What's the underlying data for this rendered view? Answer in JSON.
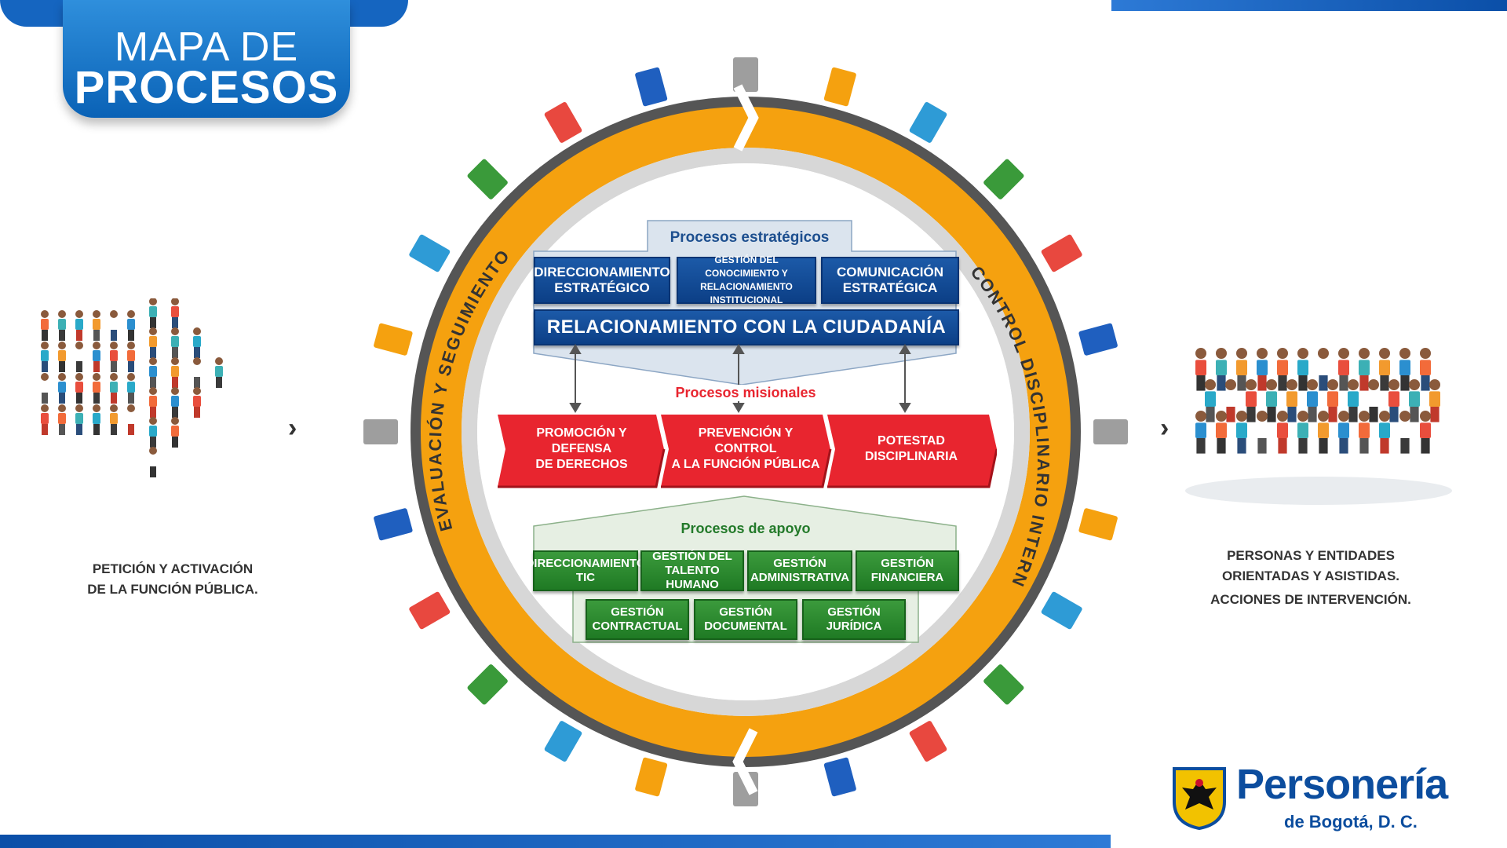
{
  "title": {
    "line1": "MAPA DE",
    "line2": "PROCESOS"
  },
  "left_caption": {
    "line1": "PETICIÓN Y ACTIVACIÓN",
    "line2": "DE LA FUNCIÓN PÚBLICA."
  },
  "right_caption": {
    "line1": "PERSONAS Y ENTIDADES",
    "line2": "ORIENTADAS Y ASISTIDAS.",
    "line3": "ACCIONES DE INTERVENCIÓN."
  },
  "ring": {
    "left_label": "EVALUACIÓN Y SEGUIMIENTO",
    "right_label": "CONTROL DISCIPLINARIO INTERNO"
  },
  "estrategicos": {
    "label": "Procesos estratégicos",
    "boxes": [
      {
        "l1": "DIRECCIONAMIENTO",
        "l2": "ESTRATÉGICO"
      },
      {
        "l1": "GESTIÓN DEL CONOCIMIENTO Y",
        "l2": "RELACIONAMIENTO INSTITUCIONAL"
      },
      {
        "l1": "COMUNICACIÓN",
        "l2": "ESTRATÉGICA"
      }
    ],
    "wide": "RELACIONAMIENTO CON LA CIUDADANÍA"
  },
  "misionales": {
    "label": "Procesos misionales",
    "boxes": [
      {
        "l1": "PROMOCIÓN Y DEFENSA",
        "l2": "DE DERECHOS"
      },
      {
        "l1": "PREVENCIÓN Y CONTROL",
        "l2": "A LA FUNCIÓN PÚBLICA"
      },
      {
        "l1": "POTESTAD DISCIPLINARIA",
        "l2": ""
      }
    ]
  },
  "apoyo": {
    "label": "Procesos de apoyo",
    "row1": [
      {
        "l1": "DIRECCIONAMIENTO",
        "l2": "TIC"
      },
      {
        "l1": "GESTIÓN DEL",
        "l2": "TALENTO HUMANO"
      },
      {
        "l1": "GESTIÓN",
        "l2": "ADMINISTRATIVA"
      },
      {
        "l1": "GESTIÓN",
        "l2": "FINANCIERA"
      }
    ],
    "row2": [
      {
        "l1": "GESTIÓN",
        "l2": "CONTRACTUAL"
      },
      {
        "l1": "GESTIÓN",
        "l2": "DOCUMENTAL"
      },
      {
        "l1": "GESTIÓN",
        "l2": "JURÍDICA"
      }
    ]
  },
  "logo": {
    "name": "Personería",
    "sub": "de Bogotá, D. C.",
    "icon": "bogota-shield-icon"
  },
  "colors": {
    "blue": "#0c3f86",
    "red": "#e8252f",
    "green": "#1f7a24",
    "orange": "#f5a10f",
    "ring_gray": "#555555"
  }
}
